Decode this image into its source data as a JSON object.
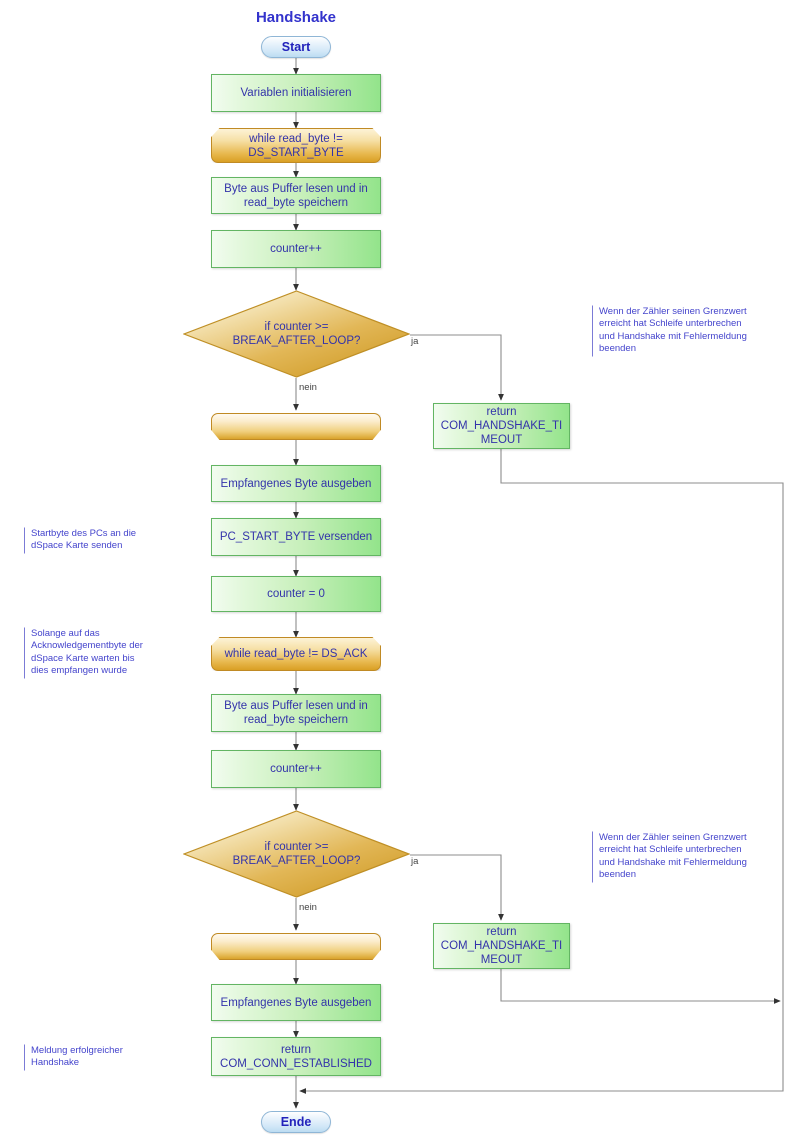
{
  "diagram": {
    "title": "Handshake",
    "type": "flowchart",
    "language": "de",
    "colors": {
      "process_fill_light": "#f2fcf0",
      "process_fill_dark": "#93e48b",
      "process_border": "#63b563",
      "loop_fill_light": "#fdf3d7",
      "loop_fill_dark": "#d99f24",
      "loop_border": "#c08a24",
      "decision_fill_light": "#fdf6e0",
      "decision_fill_dark": "#d6a12a",
      "decision_border": "#bf8f25",
      "terminator_fill": "#cfe6f7",
      "terminator_border": "#8fb6d6",
      "text": "#3333aa",
      "note_text": "#4444cc",
      "edge": "#8c8c8c",
      "edge_label": "#444444"
    }
  },
  "nodes": {
    "start": {
      "label": "Start",
      "shape": "terminator"
    },
    "init": {
      "label": "Variablen initialisieren",
      "shape": "process"
    },
    "while1": {
      "label": "while read_byte !=\nDS_START_BYTE",
      "shape": "loop-start"
    },
    "read1": {
      "label": "Byte aus Puffer lesen und in\nread_byte speichern",
      "shape": "process"
    },
    "counter_inc1": {
      "label": "counter++",
      "shape": "process"
    },
    "decision1": {
      "label": "if counter >=\nBREAK_AFTER_LOOP?",
      "shape": "decision"
    },
    "timeout1": {
      "label": "return\nCOM_HANDSHAKE_TI\nMEOUT",
      "shape": "process"
    },
    "loopend1": {
      "label": "",
      "shape": "loop-end"
    },
    "print1": {
      "label": "Empfangenes Byte ausgeben",
      "shape": "process"
    },
    "send_start": {
      "label": "PC_START_BYTE versenden",
      "shape": "process"
    },
    "counter_reset": {
      "label": "counter = 0",
      "shape": "process"
    },
    "while2": {
      "label": "while read_byte != DS_ACK",
      "shape": "loop-start"
    },
    "read2": {
      "label": "Byte aus Puffer lesen und in\nread_byte speichern",
      "shape": "process"
    },
    "counter_inc2": {
      "label": "counter++",
      "shape": "process"
    },
    "decision2": {
      "label": "if counter >=\nBREAK_AFTER_LOOP?",
      "shape": "decision"
    },
    "timeout2": {
      "label": "return\nCOM_HANDSHAKE_TI\nMEOUT",
      "shape": "process"
    },
    "loopend2": {
      "label": "",
      "shape": "loop-end"
    },
    "print2": {
      "label": "Empfangenes Byte ausgeben",
      "shape": "process"
    },
    "conn_established": {
      "label": "return\nCOM_CONN_ESTABLISHED",
      "shape": "process"
    },
    "end": {
      "label": "Ende",
      "shape": "terminator"
    }
  },
  "edge_labels": {
    "d1_yes": "ja",
    "d1_no": "nein",
    "d2_yes": "ja",
    "d2_no": "nein"
  },
  "notes": {
    "note_timeout_1": "Wenn der Zähler seinen Grenzwert\nerreicht hat Schleife unterbrechen\nund Handshake mit Fehlermeldung\nbeenden",
    "note_startbyte": "Startbyte des PCs an die\ndSpace Karte senden",
    "note_ack": "Solange auf das\nAcknowledgementbyte der\ndSpace Karte warten bis\ndies empfangen wurde",
    "note_timeout_2": "Wenn der Zähler seinen Grenzwert\nerreicht hat Schleife unterbrechen\nund Handshake mit Fehlermeldung\nbeenden",
    "note_success": "Meldung erfolgreicher\nHandshake"
  }
}
